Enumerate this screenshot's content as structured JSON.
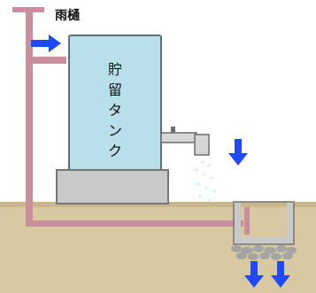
{
  "labels": {
    "rain_gutter": "雨樋",
    "tank": [
      "貯",
      "留",
      "タ",
      "ン",
      "ク"
    ]
  },
  "colors": {
    "background": "#ffffff",
    "ground": "#d9c9a3",
    "ground_dark": "#c5b184",
    "soil_top": "#c9b68c",
    "pipe": "#c98f9e",
    "pipe_dark": "#8f5b6a",
    "tank_fill": "#b9dfea",
    "tank_stroke": "#5f6f7a",
    "base_fill": "#c9c9c9",
    "base_stroke": "#767676",
    "faucet_fill": "#d7d7d7",
    "faucet_stroke": "#6d6d6d",
    "arrow": "#1f49ff",
    "rock": "#a5a5a5",
    "rock_stroke": "#656565",
    "water_drop": "#d8ecff"
  },
  "icons": {
    "arrow_right": "arrow-right-icon",
    "arrow_down": "arrow-down-icon",
    "rain_gutter": "rain-gutter-icon",
    "faucet": "faucet-icon",
    "infiltration_pit": "infiltration-pit-icon"
  }
}
